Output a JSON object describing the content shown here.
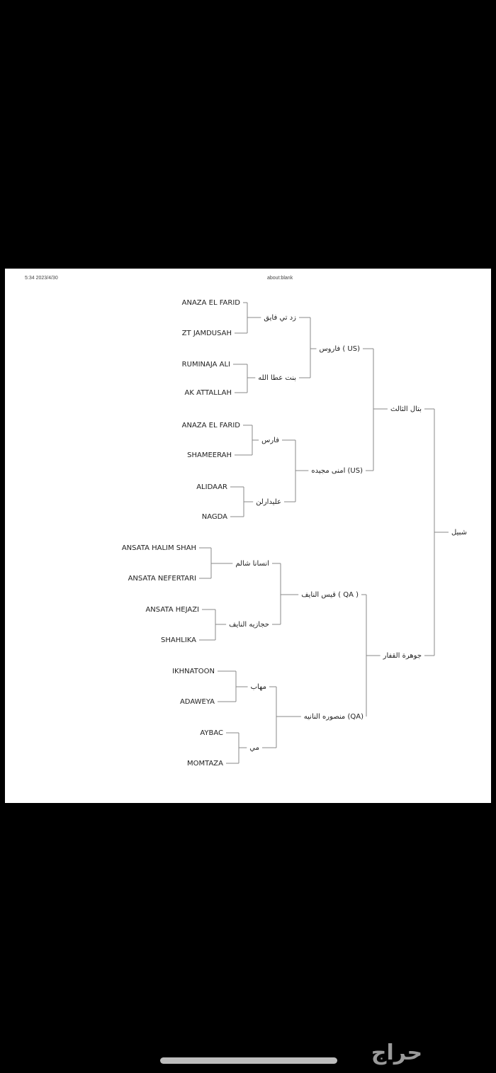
{
  "header": {
    "timestamp": "5:34 2023/4/30",
    "address": "about:blank"
  },
  "pedigree": {
    "gen1": {
      "name": "شبيل"
    },
    "gen2": [
      {
        "name": "بتال الثالث"
      },
      {
        "name": "جوهرة القفار"
      }
    ],
    "gen3": [
      {
        "name": "فاروس ( US)"
      },
      {
        "name": "امنى مجيده (US)"
      },
      {
        "name": "قيس النايف ( QA )"
      },
      {
        "name": "منصوره النانيه (QA)"
      }
    ],
    "gen4": [
      {
        "name": "زد تي فايق"
      },
      {
        "name": "بنت عطا الله"
      },
      {
        "name": "فارس"
      },
      {
        "name": "عليدارلن"
      },
      {
        "name": "انسانا شالم"
      },
      {
        "name": "حجازيه النايف"
      },
      {
        "name": "مهاب"
      },
      {
        "name": "مي"
      }
    ],
    "gen5": [
      {
        "name": "ANAZA EL FARID"
      },
      {
        "name": "ZT JAMDUSAH"
      },
      {
        "name": "RUMINAJA ALI"
      },
      {
        "name": "AK ATTALLAH"
      },
      {
        "name": "ANAZA EL FARID"
      },
      {
        "name": "SHAMEERAH"
      },
      {
        "name": "ALIDAAR"
      },
      {
        "name": "NAGDA"
      },
      {
        "name": "ANSATA HALIM SHAH"
      },
      {
        "name": "ANSATA NEFERTARI"
      },
      {
        "name": "ANSATA HEJAZI"
      },
      {
        "name": "SHAHLIKA"
      },
      {
        "name": "IKHNATOON"
      },
      {
        "name": "ADAWEYA"
      },
      {
        "name": "AYBAC"
      },
      {
        "name": "MOMTAZA"
      }
    ]
  },
  "watermark": {
    "text": "حراج",
    "icon": "haraj-logo",
    "color": "#9a9a9a"
  }
}
